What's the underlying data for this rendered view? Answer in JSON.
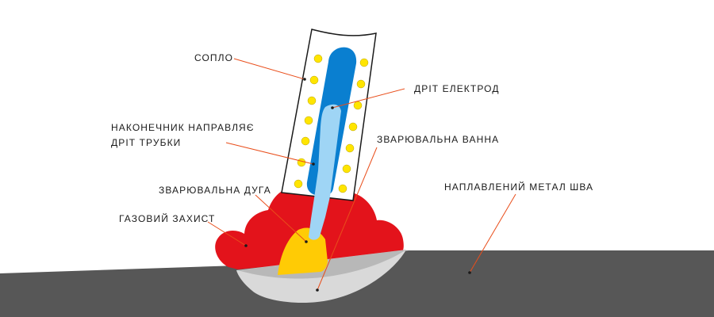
{
  "colors": {
    "base_metal": "#575757",
    "weld_bead": "#d9d9d9",
    "gas_shield": "#e3131b",
    "arc": "#ffcb05",
    "electrode_wire": "#9fd5f5",
    "contact_tip": "#0a7fd0",
    "gas_holes": "#ffe500",
    "leader_lines": "#e94e1b",
    "text": "#1a1a1a"
  },
  "labels": {
    "nozzle": "СОПЛО",
    "electrode_wire": "ДРІТ ЕЛЕКТРОД",
    "contact_tip_line1": "НАКОНЕЧНИК НАПРАВЛЯЄ",
    "contact_tip_line2": "ДРІТ ТРУБКИ",
    "weld_pool": "ЗВАРЮВАЛЬНА ВАННА",
    "welding_arc": "ЗВАРЮВАЛЬНА ДУГА",
    "gas_shield": "ГАЗОВИЙ ЗАХИСТ",
    "weld_metal": "НАПЛАВЛЕНИЙ МЕТАЛ ШВА"
  }
}
